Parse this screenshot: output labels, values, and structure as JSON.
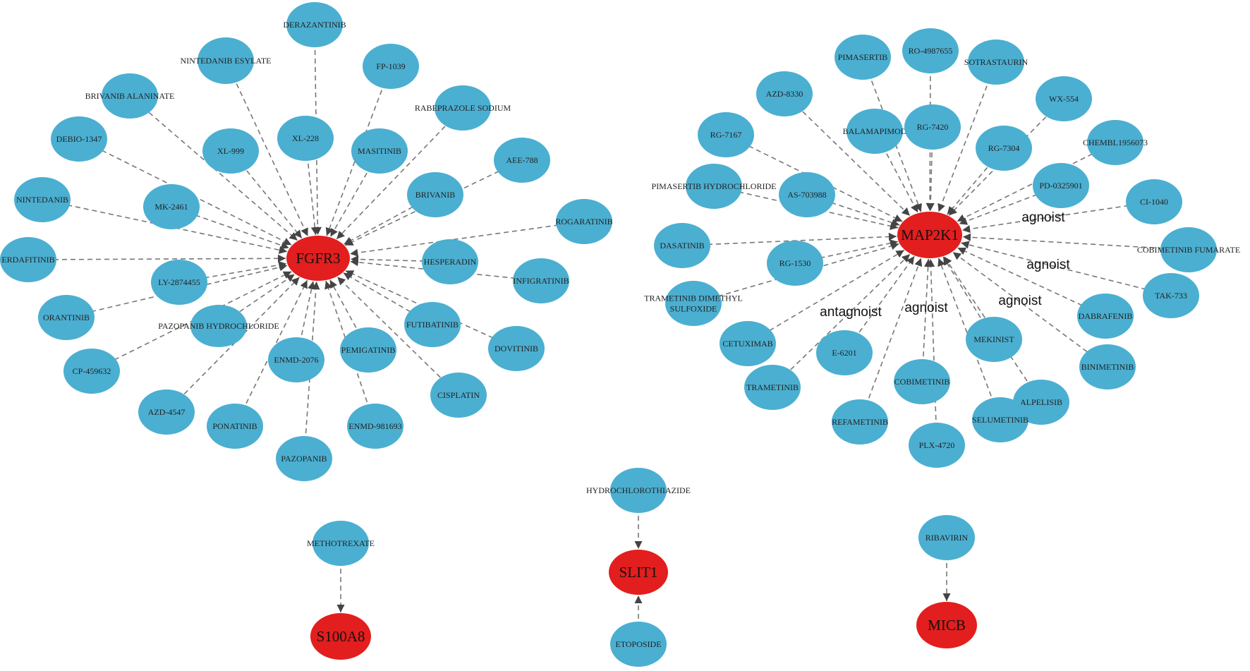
{
  "colors": {
    "drug": "#4bafd1",
    "target": "#e31e1e",
    "edge": "#777777"
  },
  "targets": [
    {
      "id": "FGFR3",
      "label": "FGFR3"
    },
    {
      "id": "MAP2K1",
      "label": "MAP2K1"
    },
    {
      "id": "S100A8",
      "label": "S100A8"
    },
    {
      "id": "SLIT1",
      "label": "SLIT1"
    },
    {
      "id": "MICB",
      "label": "MICB"
    }
  ],
  "drugs": [
    {
      "id": "d1",
      "label": "DERAZANTINIB"
    },
    {
      "id": "d2",
      "label": "NINTEDANIB ESYLATE"
    },
    {
      "id": "d3",
      "label": "FP-1039"
    },
    {
      "id": "d4",
      "label": "BRIVANIB ALANINATE"
    },
    {
      "id": "d5",
      "label": "RABEPRAZOLE SODIUM"
    },
    {
      "id": "d6",
      "label": "DEBIO-1347"
    },
    {
      "id": "d7",
      "label": "XL-999"
    },
    {
      "id": "d8",
      "label": "XL-228"
    },
    {
      "id": "d9",
      "label": "MASITINIB"
    },
    {
      "id": "d10",
      "label": "AEE-788"
    },
    {
      "id": "d11",
      "label": "NINTEDANIB"
    },
    {
      "id": "d12",
      "label": "MK-2461"
    },
    {
      "id": "d13",
      "label": "BRIVANIB"
    },
    {
      "id": "d14",
      "label": "ROGARATINIB"
    },
    {
      "id": "d15",
      "label": "ERDAFITINIB"
    },
    {
      "id": "d16",
      "label": "HESPERADIN"
    },
    {
      "id": "d17",
      "label": "LY-2874455"
    },
    {
      "id": "d18",
      "label": "INFIGRATINIB"
    },
    {
      "id": "d19",
      "label": "ORANTINIB"
    },
    {
      "id": "d20",
      "label": "PAZOPANIB HYDROCHLORIDE"
    },
    {
      "id": "d21",
      "label": "FUTIBATINIB"
    },
    {
      "id": "d22",
      "label": "DOVITINIB"
    },
    {
      "id": "d23",
      "label": "CP-459632"
    },
    {
      "id": "d24",
      "label": "ENMD-2076"
    },
    {
      "id": "d25",
      "label": "PEMIGATINIB"
    },
    {
      "id": "d26",
      "label": "CISPLATIN"
    },
    {
      "id": "d27",
      "label": "AZD-4547"
    },
    {
      "id": "d28",
      "label": "PONATINIB"
    },
    {
      "id": "d29",
      "label": "ENMD-981693"
    },
    {
      "id": "d30",
      "label": "PAZOPANIB"
    },
    {
      "id": "m1",
      "label": "PIMASERTIB"
    },
    {
      "id": "m2",
      "label": "RO-4987655"
    },
    {
      "id": "m3",
      "label": "SOTRASTAURIN"
    },
    {
      "id": "m4",
      "label": "AZD-8330"
    },
    {
      "id": "m5",
      "label": "WX-554"
    },
    {
      "id": "m6",
      "label": "BALAMAPIMOD"
    },
    {
      "id": "m7",
      "label": "RG-7420"
    },
    {
      "id": "m8",
      "label": "RG-7167"
    },
    {
      "id": "m9",
      "label": "RG-7304"
    },
    {
      "id": "m10",
      "label": "CHEMBL1956073"
    },
    {
      "id": "m11",
      "label": "PIMASERTIB HYDROCHLORIDE"
    },
    {
      "id": "m12",
      "label": "AS-703988"
    },
    {
      "id": "m13",
      "label": "PD-0325901"
    },
    {
      "id": "m14",
      "label": "CI-1040"
    },
    {
      "id": "m15",
      "label": "DASATINIB"
    },
    {
      "id": "m16",
      "label": "COBIMETINIB FUMARATE"
    },
    {
      "id": "m17",
      "label": "RG-1530"
    },
    {
      "id": "m18",
      "label": "TRAMETINIB DIMETHYL SULFOXIDE"
    },
    {
      "id": "m19",
      "label": "TAK-733"
    },
    {
      "id": "m20",
      "label": "DABRAFENIB"
    },
    {
      "id": "m21",
      "label": "CETUXIMAB"
    },
    {
      "id": "m22",
      "label": "E-6201"
    },
    {
      "id": "m23",
      "label": "MEKINIST"
    },
    {
      "id": "m24",
      "label": "BINIMETINIB"
    },
    {
      "id": "m25",
      "label": "TRAMETINIB"
    },
    {
      "id": "m26",
      "label": "COBIMETINIB"
    },
    {
      "id": "m27",
      "label": "ALPELISIB"
    },
    {
      "id": "m28",
      "label": "REFAMETINIB"
    },
    {
      "id": "m29",
      "label": "SELUMETINIB"
    },
    {
      "id": "m30",
      "label": "PLX-4720"
    },
    {
      "id": "s1",
      "label": "METHOTREXATE"
    },
    {
      "id": "s2",
      "label": "HYDROCHLOROTHIAZIDE"
    },
    {
      "id": "s3",
      "label": "ETOPOSIDE"
    },
    {
      "id": "s4",
      "label": "RIBAVIRIN"
    }
  ],
  "edges": [
    {
      "from": "d1",
      "to": "FGFR3"
    },
    {
      "from": "d2",
      "to": "FGFR3"
    },
    {
      "from": "d3",
      "to": "FGFR3"
    },
    {
      "from": "d4",
      "to": "FGFR3"
    },
    {
      "from": "d5",
      "to": "FGFR3"
    },
    {
      "from": "d6",
      "to": "FGFR3"
    },
    {
      "from": "d7",
      "to": "FGFR3"
    },
    {
      "from": "d8",
      "to": "FGFR3"
    },
    {
      "from": "d9",
      "to": "FGFR3"
    },
    {
      "from": "d10",
      "to": "FGFR3"
    },
    {
      "from": "d11",
      "to": "FGFR3"
    },
    {
      "from": "d12",
      "to": "FGFR3"
    },
    {
      "from": "d13",
      "to": "FGFR3"
    },
    {
      "from": "d14",
      "to": "FGFR3"
    },
    {
      "from": "d15",
      "to": "FGFR3"
    },
    {
      "from": "d16",
      "to": "FGFR3"
    },
    {
      "from": "d17",
      "to": "FGFR3"
    },
    {
      "from": "d18",
      "to": "FGFR3"
    },
    {
      "from": "d19",
      "to": "FGFR3"
    },
    {
      "from": "d20",
      "to": "FGFR3"
    },
    {
      "from": "d21",
      "to": "FGFR3"
    },
    {
      "from": "d22",
      "to": "FGFR3"
    },
    {
      "from": "d23",
      "to": "FGFR3"
    },
    {
      "from": "d24",
      "to": "FGFR3"
    },
    {
      "from": "d25",
      "to": "FGFR3"
    },
    {
      "from": "d26",
      "to": "FGFR3"
    },
    {
      "from": "d27",
      "to": "FGFR3"
    },
    {
      "from": "d28",
      "to": "FGFR3"
    },
    {
      "from": "d29",
      "to": "FGFR3"
    },
    {
      "from": "d30",
      "to": "FGFR3"
    },
    {
      "from": "m1",
      "to": "MAP2K1"
    },
    {
      "from": "m2",
      "to": "MAP2K1"
    },
    {
      "from": "m3",
      "to": "MAP2K1"
    },
    {
      "from": "m4",
      "to": "MAP2K1"
    },
    {
      "from": "m5",
      "to": "MAP2K1"
    },
    {
      "from": "m6",
      "to": "MAP2K1"
    },
    {
      "from": "m7",
      "to": "MAP2K1"
    },
    {
      "from": "m8",
      "to": "MAP2K1"
    },
    {
      "from": "m9",
      "to": "MAP2K1"
    },
    {
      "from": "m10",
      "to": "MAP2K1"
    },
    {
      "from": "m11",
      "to": "MAP2K1"
    },
    {
      "from": "m12",
      "to": "MAP2K1"
    },
    {
      "from": "m13",
      "to": "MAP2K1"
    },
    {
      "from": "m14",
      "to": "MAP2K1",
      "label": "agnoist"
    },
    {
      "from": "m15",
      "to": "MAP2K1"
    },
    {
      "from": "m16",
      "to": "MAP2K1"
    },
    {
      "from": "m17",
      "to": "MAP2K1"
    },
    {
      "from": "m18",
      "to": "MAP2K1"
    },
    {
      "from": "m19",
      "to": "MAP2K1",
      "label": "agnoist"
    },
    {
      "from": "m20",
      "to": "MAP2K1"
    },
    {
      "from": "m21",
      "to": "MAP2K1"
    },
    {
      "from": "m22",
      "to": "MAP2K1"
    },
    {
      "from": "m23",
      "to": "MAP2K1"
    },
    {
      "from": "m24",
      "to": "MAP2K1",
      "label": "agnoist"
    },
    {
      "from": "m25",
      "to": "MAP2K1",
      "label": "antagnoist"
    },
    {
      "from": "m26",
      "to": "MAP2K1"
    },
    {
      "from": "m27",
      "to": "MAP2K1"
    },
    {
      "from": "m28",
      "to": "MAP2K1",
      "label": "agnoist"
    },
    {
      "from": "m29",
      "to": "MAP2K1"
    },
    {
      "from": "m30",
      "to": "MAP2K1"
    },
    {
      "from": "s1",
      "to": "S100A8"
    },
    {
      "from": "s2",
      "to": "SLIT1"
    },
    {
      "from": "s3",
      "to": "SLIT1"
    },
    {
      "from": "s4",
      "to": "MICB"
    }
  ]
}
